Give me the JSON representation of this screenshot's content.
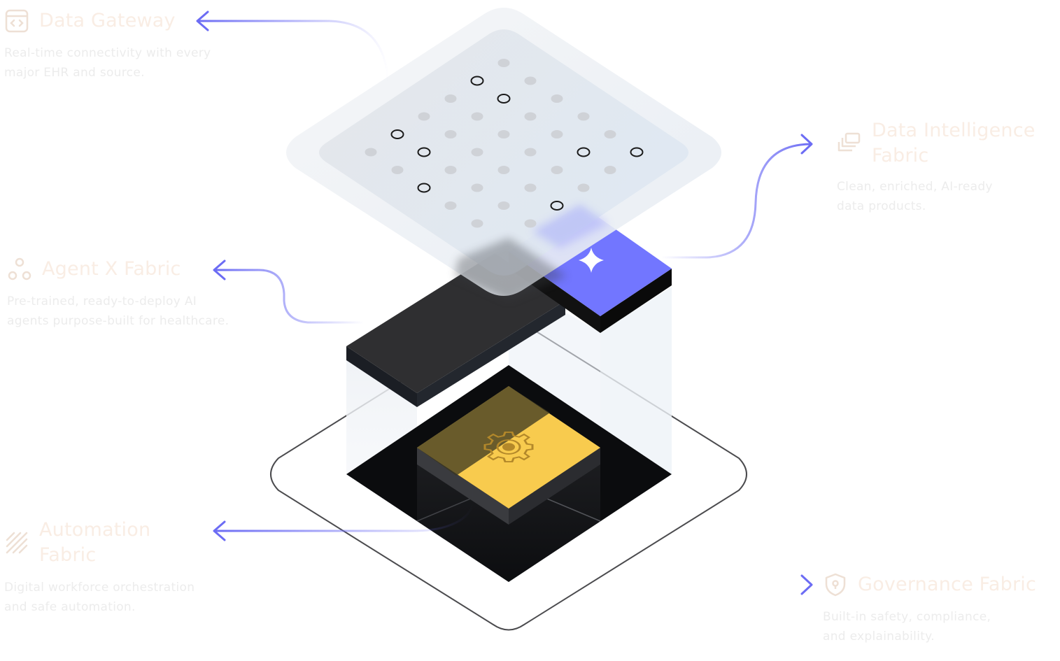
{
  "features": [
    {
      "id": "data-gateway",
      "title_lines": [
        "Data Gateway"
      ],
      "description_lines": [
        "Real-time connectivity with every",
        "major EHR and source."
      ],
      "icon": "code-window-icon"
    },
    {
      "id": "agent-x-fabric",
      "title_lines": [
        "Agent X Fabric"
      ],
      "description_lines": [
        "Pre-trained, ready-to-deploy AI",
        "agents purpose-built for healthcare."
      ],
      "icon": "nodes-icon"
    },
    {
      "id": "automation-fabric",
      "title_lines": [
        "Automation",
        "Fabric"
      ],
      "description_lines": [
        "Digital workforce orchestration",
        "and safe automation."
      ],
      "icon": "diagonal-stripes-icon"
    },
    {
      "id": "data-intelligence-fabric",
      "title_lines": [
        "Data Intelligence",
        "Fabric"
      ],
      "description_lines": [
        "Clean, enriched, AI-ready",
        "data products."
      ],
      "icon": "stacked-layers-icon"
    },
    {
      "id": "governance-fabric",
      "title_lines": [
        "Governance Fabric"
      ],
      "description_lines": [
        "Built-in safety, compliance,",
        "and explainability."
      ],
      "icon": "shield-lock-icon"
    }
  ],
  "colors": {
    "arrow": "#6c6cf4",
    "accent_tile": "#7276ff",
    "gear_tile": "#f8cb4e",
    "dark_tile": "#2f2f31",
    "title_text": "#f9ede4",
    "description_text": "#ececec",
    "icon_tint": "#eee0d5"
  }
}
